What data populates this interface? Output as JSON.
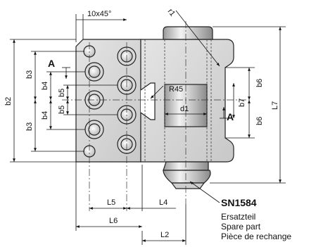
{
  "dimensions": {
    "chamfer": "10x45°",
    "r1": "r1",
    "r45": "R45",
    "b2": "b2",
    "b3_top": "b3",
    "b3_bottom": "b3",
    "b4_top": "b4",
    "b4_bottom": "b4",
    "b5_top": "b5",
    "b5_bottom": "b5",
    "b6_top": "b6",
    "b6_bottom": "b6",
    "b7": "b7",
    "d1": "d1",
    "L7": "L7",
    "L5": "L5",
    "L4": "L4",
    "L6": "L6",
    "L2": "L2"
  },
  "section_marks": {
    "left": "A",
    "right": "A"
  },
  "part": {
    "number": "SN1584",
    "label_de": "Ersatzteil",
    "label_en": "Spare part",
    "label_fr": "Pièce de rechange"
  }
}
